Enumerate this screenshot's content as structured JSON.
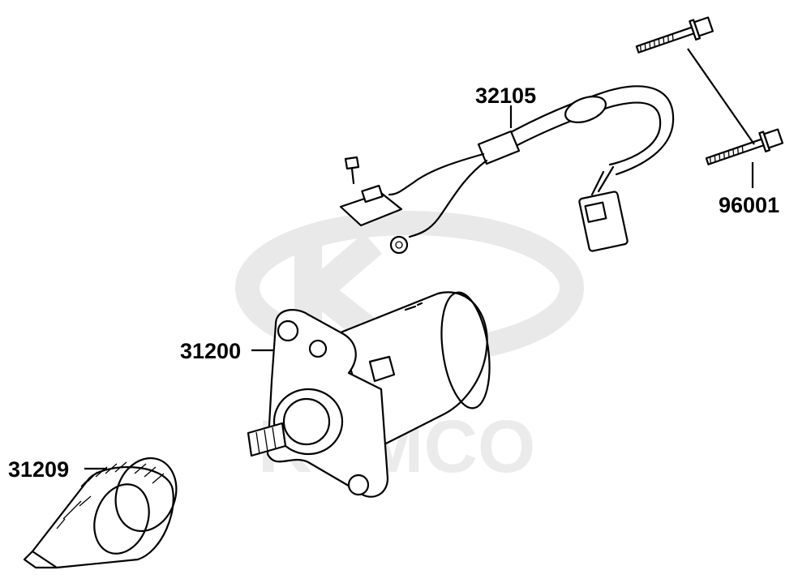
{
  "watermark": {
    "brand_text": "KYMCO"
  },
  "parts": [
    {
      "id": "starter-motor",
      "part_number": "31200"
    },
    {
      "id": "starter-clutch-gear",
      "part_number": "31209"
    },
    {
      "id": "starter-wire-harness",
      "part_number": "32105"
    },
    {
      "id": "flange-bolt",
      "part_number": "96001"
    }
  ],
  "colors": {
    "ink": "#000000",
    "background": "#ffffff",
    "watermark": "#e9e9e9"
  }
}
